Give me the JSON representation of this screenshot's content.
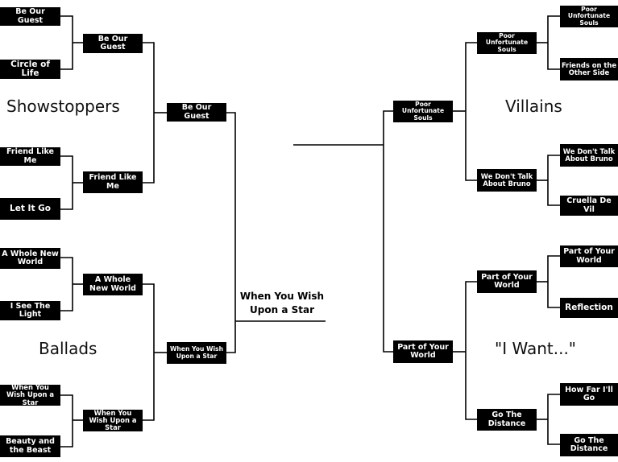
{
  "categories": {
    "showstoppers": "Showstoppers",
    "ballads": "Ballads",
    "villains": "Villains",
    "i_want": "\"I Want...\""
  },
  "left": {
    "round1": [
      "Be Our Guest",
      "Circle of Life",
      "Friend Like Me",
      "Let It Go",
      "A Whole New World",
      "I See The Light",
      "When You Wish Upon a Star",
      "Beauty and the Beast"
    ],
    "round2": [
      "Be Our Guest",
      "Friend Like Me",
      "A Whole New World",
      "When You Wish Upon a Star"
    ],
    "round3": [
      "Be Our Guest",
      "When You Wish Upon a Star"
    ]
  },
  "right": {
    "round1": [
      "Poor Unfortunate Souls",
      "Friends on the Other Side",
      "We Don't Talk About Bruno",
      "Cruella De Vil",
      "Part of Your World",
      "Reflection",
      "How Far I'll Go",
      "Go The Distance"
    ],
    "round2": [
      "Poor Unfortunate Souls",
      "We Don't Talk About Bruno",
      "Part of Your World",
      "Go The Distance"
    ],
    "round3": [
      "Poor Unfortunate Souls",
      "Part of Your World"
    ]
  },
  "champion": "When You Wish Upon a Star"
}
